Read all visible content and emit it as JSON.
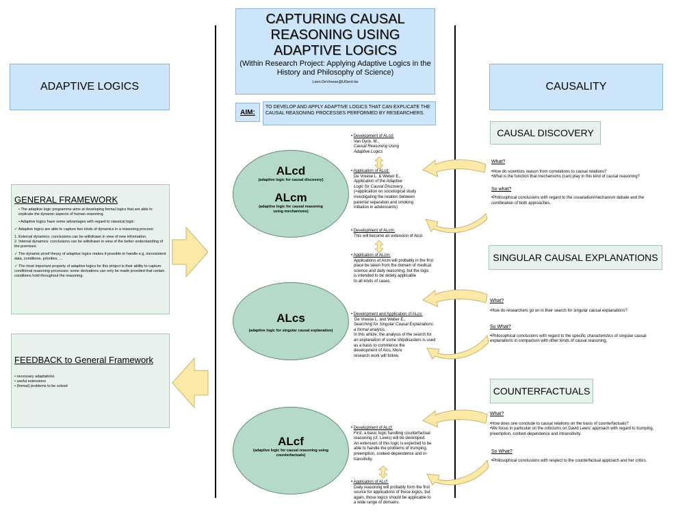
{
  "title": {
    "main": "CAPTURING CAUSAL REASONING USING ADAPTIVE LOGICS",
    "subtitle": "(Within Research Project: Applying Adaptive Logics in the History and Philosophy of Science)",
    "email": "Leen.DeVreese@UGent.be"
  },
  "aim": {
    "label": "AIM:",
    "text": "TO DEVELOP AND APPLY ADAPTIVE LOGICS THAT CAN EXPLICATE THE CAUSAL REASONING PROCESSES PERFORMED BY RESEARCHERS."
  },
  "left": {
    "header": "ADAPTIVE LOGICS",
    "general": {
      "title": "GENERAL FRAMEWORK",
      "items": [
        "•   The adaptive logic programme aims at developing formal logics that are able to explicate the dynamic aspects of human reasoning.",
        "•   Adaptive logics have some advantages with regard to classical logic:",
        "✓  Adaptive logics are able to capture two kinds of dynamics in a reasoning process:",
        "1.  External dynamics: conclusions can be withdrawn in view of new information.",
        "2.  Internal dynamics: conclusions can be withdrawn in view of the better understanding of the premises.",
        "✓  The dynamic proof theory of adaptive logics makes it possible to handle e.g. inconsistent data, conditions, priorities, …",
        "✓  The most important property of adaptive logics for this project is their ability to capture conditional reasoning processes: some derivations can only be made provided that certain conditions hold throughout the reasoning."
      ]
    },
    "feedback": {
      "title": "FEEDBACK to General Framework",
      "items": [
        "• necessary adaptations",
        "• useful extensions",
        "• (formal) problems to be solved"
      ]
    }
  },
  "right": {
    "header": "CAUSALITY",
    "sections": [
      {
        "title": "CAUSAL DISCOVERY",
        "what": "What?",
        "what_items": [
          "•How do scientists reason from correlations to causal relations?",
          "•What is the function that mechanisms (can) play in this kind of causal reasoning?"
        ],
        "sowhat": "So what?",
        "sowhat_items": [
          "•Philosophical conclusions with regard to the covariation/mechanism debate and the combination of both approaches."
        ]
      },
      {
        "title": "SINGULAR CAUSAL EXPLANATIONS",
        "what": "What?",
        "what_items": [
          "•How do researchers go on in their search for singular causal explanations?"
        ],
        "sowhat": "So What?",
        "sowhat_items": [
          "•Philosophical conclusions with regard to the specific characteristics of singular causal explanations in comparison with other kinds of causal reasoning."
        ]
      },
      {
        "title": "COUNTERFACTUALS",
        "what": "What?",
        "what_items": [
          "•How does one conclude to causal relations on the basis of counterfactuals?",
          "•We focus in particular on the criticisms on David Lewis' approach with regard to trumping, preemption, context-dependence and intransitivity."
        ],
        "sowhat": "So What?",
        "sowhat_items": [
          "•Philosophical conclusions with respect to the counterfactual approach and her critics."
        ]
      }
    ]
  },
  "logics": {
    "alcd": {
      "name": "ALcd",
      "desc": "(adaptive logic for causal discovery)"
    },
    "alcm": {
      "name": "ALcm",
      "desc": "(adaptive logic for causal reasoning using mechanisms)"
    },
    "alcs": {
      "name": "ALcs",
      "desc": "(adaptive logic for singular causal explanation)"
    },
    "alcf": {
      "name": "ALcf",
      "desc": "(adaptive logic for causal reasoning using counterfactuals)"
    }
  },
  "notes": {
    "alcd_dev": {
      "head": "Development of ALcd:",
      "lines": [
        "Van Dyck, M.,"
      ],
      "ital": [
        "Causal Reasoning Using",
        "Adaptive Logics"
      ]
    },
    "alcd_app": {
      "head": "Application of ALcd:",
      "lines1": [
        "De Vreese L. & Weber E.,"
      ],
      "ital": [
        "Application of the Adaptive",
        "Logic for Causal Discovery."
      ],
      "lines2": [
        "(=application on sociological study",
        "investigating the relation between",
        "parental separation and smoking",
        "initiation in adolescents)"
      ]
    },
    "alcm_dev": {
      "head": "Development of ALcm:",
      "lines": [
        "This will become an extension of Alcd."
      ]
    },
    "alcm_app": {
      "head": "Application of ALcm:",
      "lines": [
        "Applications of Alcm will probably in the first",
        "place be taken from the domain of medical",
        "science and daily reasoning, but the logic",
        "is intended to be widely applicable",
        "to all kinds of cases."
      ]
    },
    "alcs": {
      "head": "Development and Application of ALcs:",
      "lines1": [
        "De Vreese L. and Weber E.,"
      ],
      "ital": [
        "Searching for Singular Causal Explanations:",
        "a formal analysis."
      ],
      "lines2": [
        "In this article, the analysis of the search for",
        "an explanation of some shipdisasters is used",
        "as a basis to commence the",
        "development of Alcs. More",
        "research work will follow."
      ]
    },
    "alcf_dev": {
      "head": "Development of ALcf:",
      "lines": [
        "First, a basic logic handling counterfactual",
        "reasoning (cf. Lewis) will be developed.",
        "An extension of this logic is expected to be",
        "able to handle the problems of trumping,",
        "preemption, context-dependence and in-",
        "transitivity."
      ]
    },
    "alcf_app": {
      "head": "Application of ALcf:",
      "lines": [
        "Daily reasoning will probably form the first",
        "source for applications of these logics, but",
        "again, those logics should be applicable to",
        "a wide range of domains."
      ]
    }
  },
  "colors": {
    "blue_box": "#cce5fb",
    "green_box": "#e8f2ec",
    "ellipse": "#b6dac9",
    "arrow": "#fce9a8",
    "arrow_border": "#c8b46a"
  }
}
